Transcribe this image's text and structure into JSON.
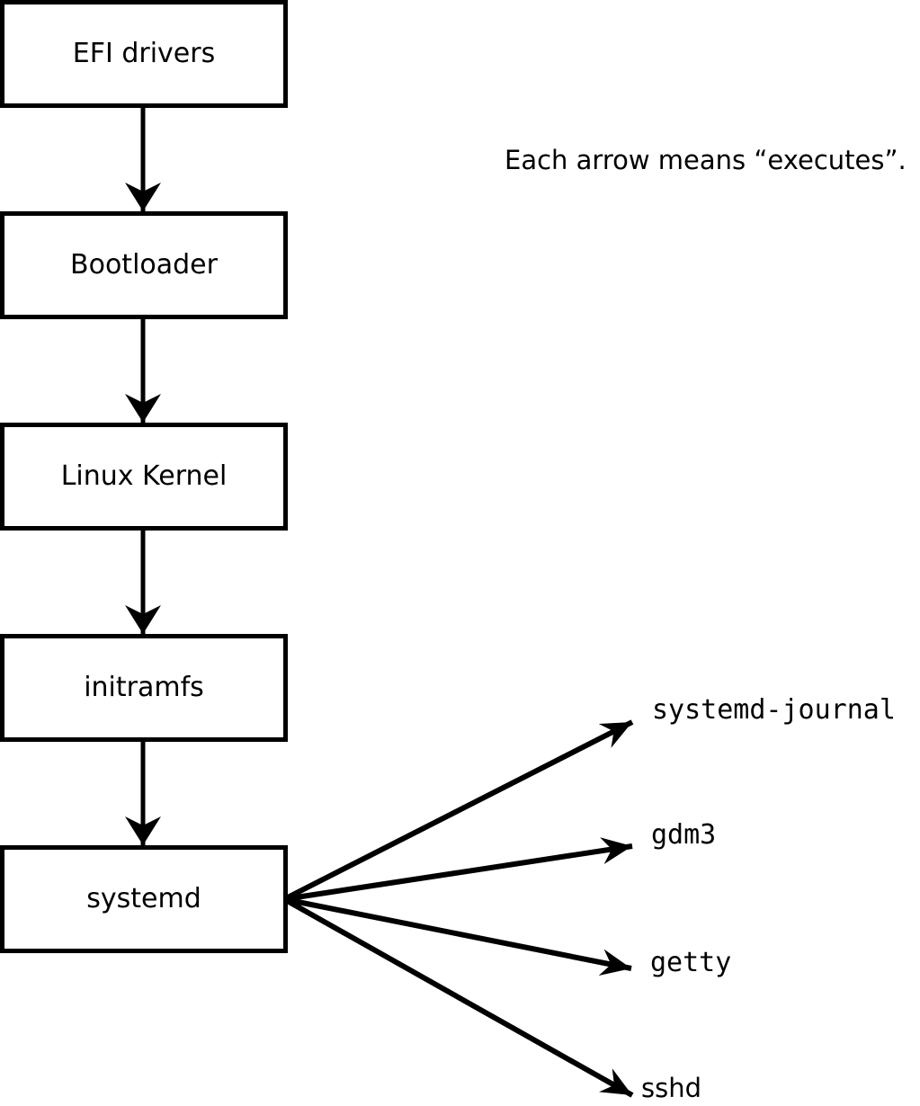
{
  "diagram": {
    "title_note": "Linux boot chain diagram",
    "annotation": "Each arrow means “executes”.",
    "chain": [
      {
        "label": "EFI drivers"
      },
      {
        "label": "Bootloader"
      },
      {
        "label": "Linux Kernel"
      },
      {
        "label": "initramfs"
      },
      {
        "label": "systemd"
      }
    ],
    "services": [
      {
        "label": "systemd-journal"
      },
      {
        "label": "gdm3"
      },
      {
        "label": "getty"
      },
      {
        "label": "sshd"
      }
    ],
    "colors": {
      "ink": "#000000",
      "background": "#ffffff"
    }
  }
}
